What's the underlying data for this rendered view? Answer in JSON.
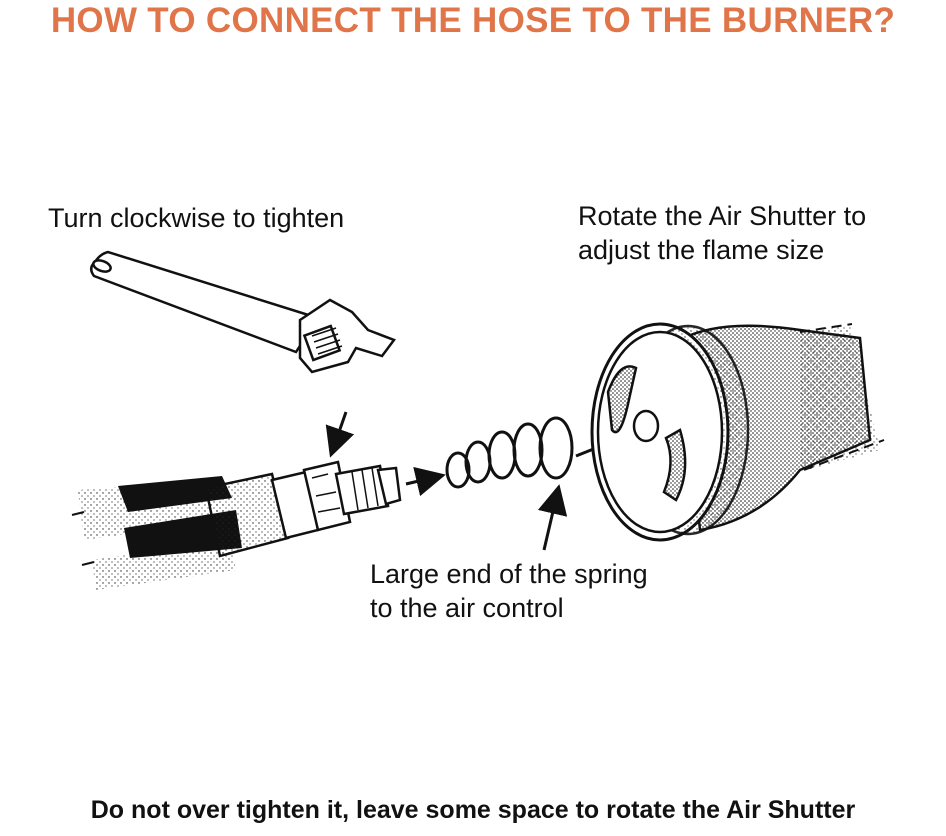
{
  "title": "HOW TO CONNECT THE HOSE TO THE BURNER?",
  "labels": {
    "turn": "Turn clockwise to tighten",
    "rotate_line1": "Rotate the Air Shutter to",
    "rotate_line2": "adjust the flame size",
    "spring_line1": "Large end of the spring",
    "spring_line2": "to the air control"
  },
  "footer": "Do not over tighten it, leave some space to rotate the Air Shutter",
  "colors": {
    "title": "#e0754a",
    "ink": "#111111"
  }
}
